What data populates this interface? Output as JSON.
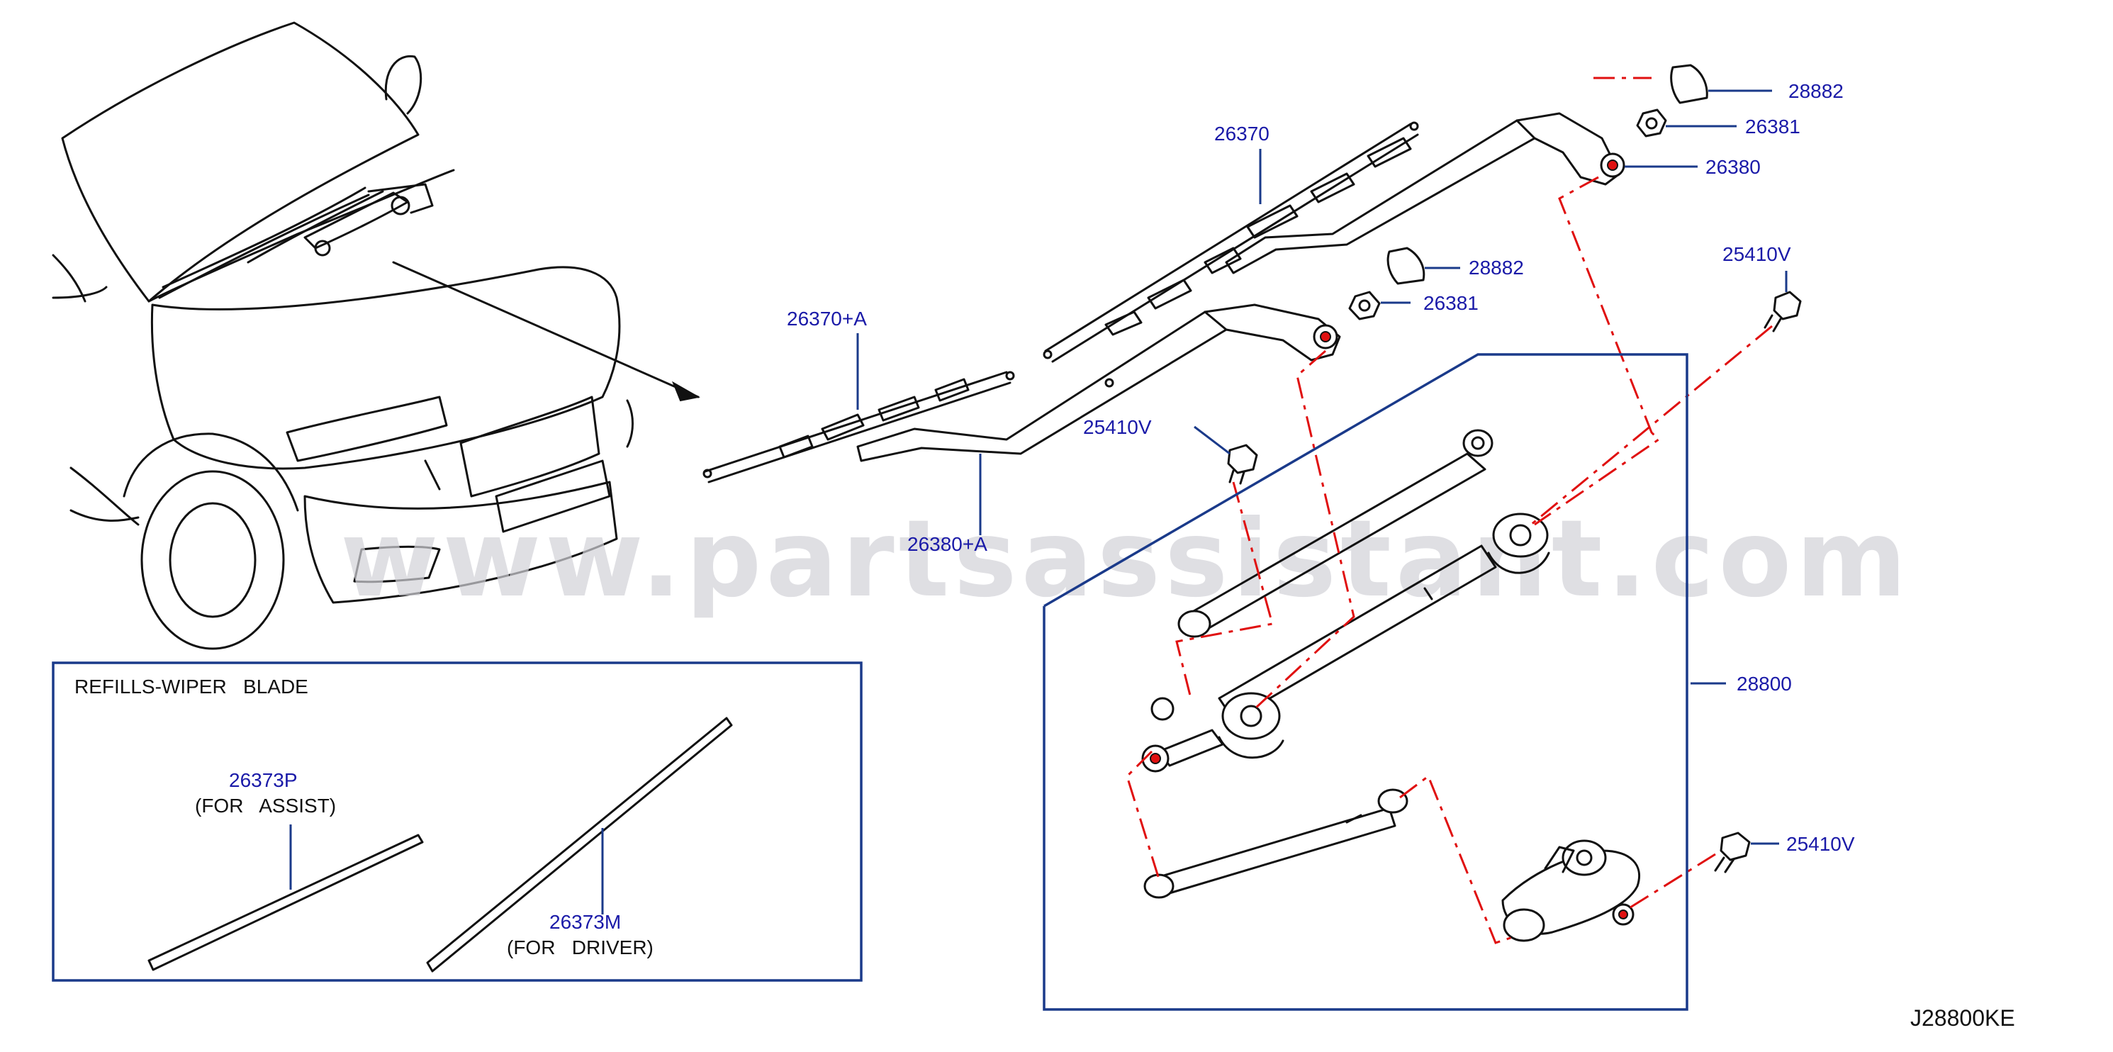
{
  "diagram": {
    "watermark": "www.partsassistant.com",
    "diagram_code": "J28800KE",
    "refills_box": {
      "title": "REFILLS-WIPER   BLADE",
      "assist_part": "26373P",
      "assist_note": "(FOR   ASSIST)",
      "driver_part": "26373M",
      "driver_note": "(FOR   DRIVER)"
    },
    "callouts": {
      "cap_upper": "28882",
      "nut_upper": "26381",
      "arm_driver": "26380",
      "blade_driver": "26370",
      "cap_lower": "28882",
      "nut_lower": "26381",
      "bolt_right_top": "25410V",
      "blade_assist": "26370+A",
      "arm_assist": "26380+A",
      "bolt_middle": "25410V",
      "linkage_assembly": "28800",
      "bolt_right_bottom": "25410V"
    },
    "colors": {
      "label": "#1a1aa8",
      "leader": "#1a3a8a",
      "dash": "#e01010",
      "ink": "#111111"
    }
  }
}
